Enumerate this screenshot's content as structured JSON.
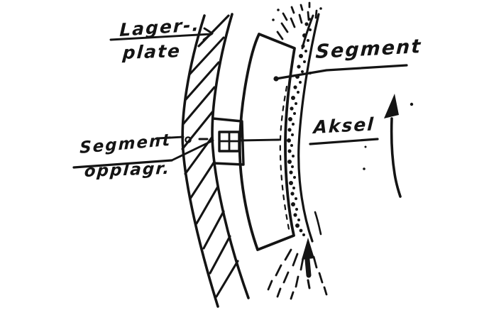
{
  "meta": {
    "type": "hand-drawn technical sketch of a tilting-pad (segment) bearing",
    "background_color": "#ffffff",
    "ink_color": "#141414"
  },
  "labels": {
    "lagerplate": {
      "line1": "Lager-.",
      "line2": "plate"
    },
    "segment_top": {
      "text": "Segment"
    },
    "aksel": {
      "text": "Aksel"
    },
    "segment_opplagr": {
      "line1": "Segment",
      "line2": "opplagr."
    }
  },
  "icons": {
    "rotation_arrow": "upward curved arrow (shaft rotation direction)",
    "oil_inlet_arrow": "solid upward arrow at oil inlet wedge"
  }
}
